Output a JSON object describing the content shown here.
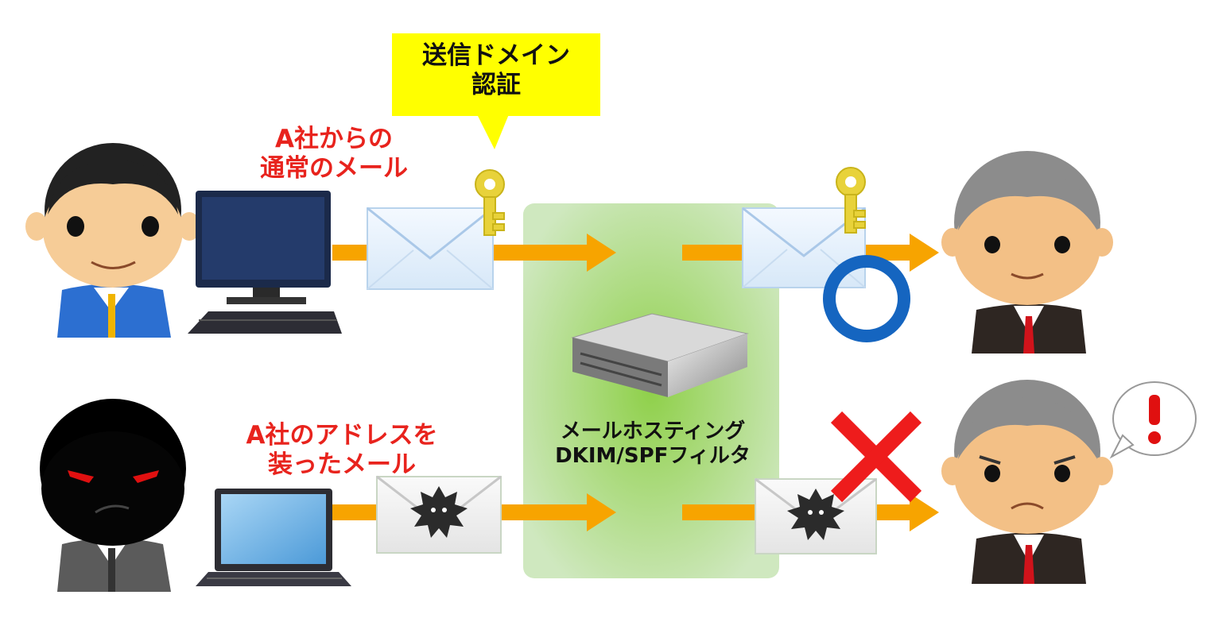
{
  "callout": {
    "line1": "送信ドメイン",
    "line2": "認証"
  },
  "legit_mail_label": {
    "line1": "A社からの",
    "line2": "通常のメール"
  },
  "spoof_mail_label": {
    "line1": "A社のアドレスを",
    "line2": "装ったメール"
  },
  "filter_label": {
    "line1": "メールホスティング",
    "line2": "DKIM/SPFフィルタ"
  },
  "colors": {
    "label_red": "#e8231d",
    "callout_yellow": "#ffff00",
    "arrow_orange": "#f7a400",
    "filter_green": "#b9dd9c",
    "pass_circle": "#1565c0",
    "reject_cross": "#ee1c1c"
  },
  "icons": [
    "person-icon",
    "hacker-icon",
    "desktop-computer-icon",
    "laptop-icon",
    "envelope-icon",
    "key-icon",
    "virus-icon",
    "server-icon",
    "circle-pass-icon",
    "x-reject-icon",
    "exclamation-icon"
  ]
}
